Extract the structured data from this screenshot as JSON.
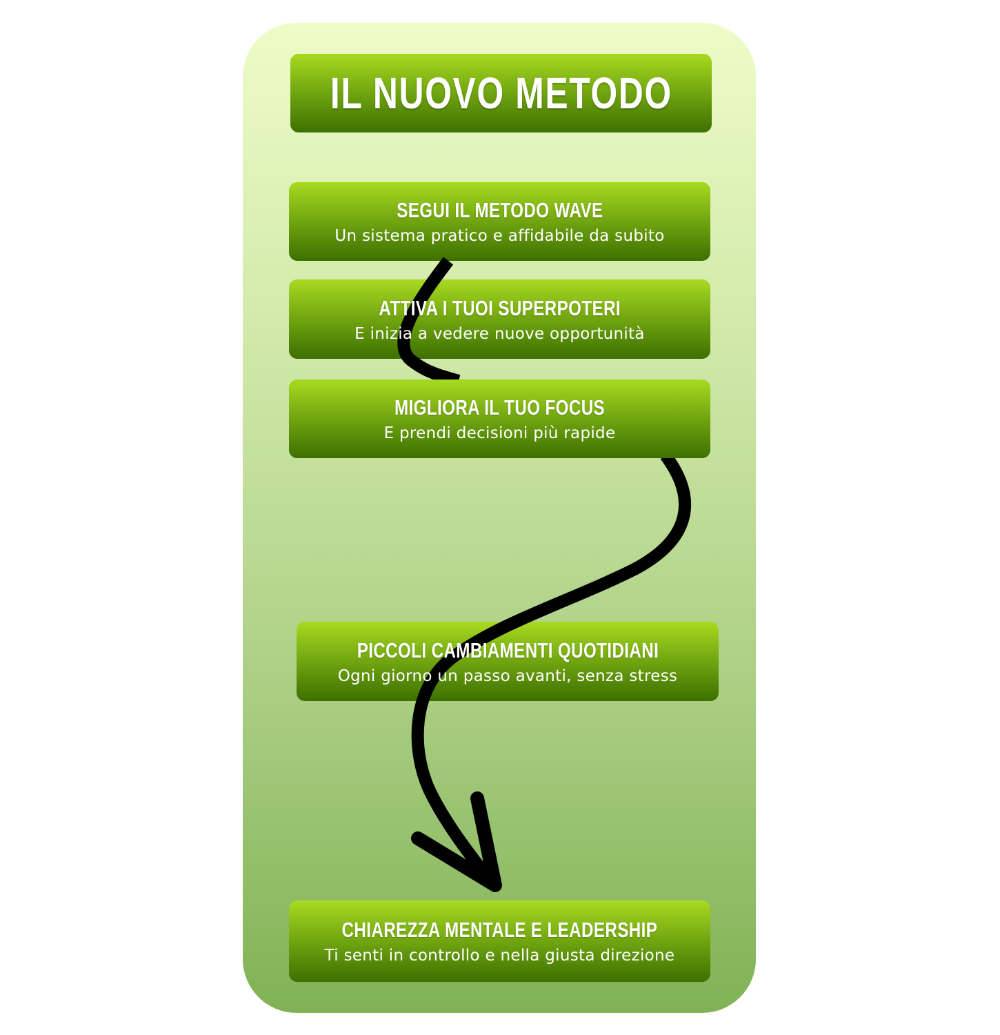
{
  "title": "IL NUOVO METODO",
  "steps": [
    {
      "heading": "SEGUI IL METODO WAVE",
      "subtitle": "Un sistema pratico e affidabile da subito"
    },
    {
      "heading": "ATTIVA I TUOI SUPERPOTERI",
      "subtitle": "E inizia a vedere nuove opportunità"
    },
    {
      "heading": "MIGLIORA IL TUO FOCUS",
      "subtitle": "E prendi decisioni più rapide"
    },
    {
      "heading": "PICCOLI CAMBIAMENTI QUOTIDIANI",
      "subtitle": "Ogni giorno un passo avanti, senza stress"
    },
    {
      "heading": "CHIAREZZA MENTALE E LEADERSHIP",
      "subtitle": "Ti senti in controllo e nella giusta direzione"
    }
  ],
  "colors": {
    "box_top": "#a8da20",
    "box_bottom": "#3d7000",
    "arrow": "#000000"
  }
}
